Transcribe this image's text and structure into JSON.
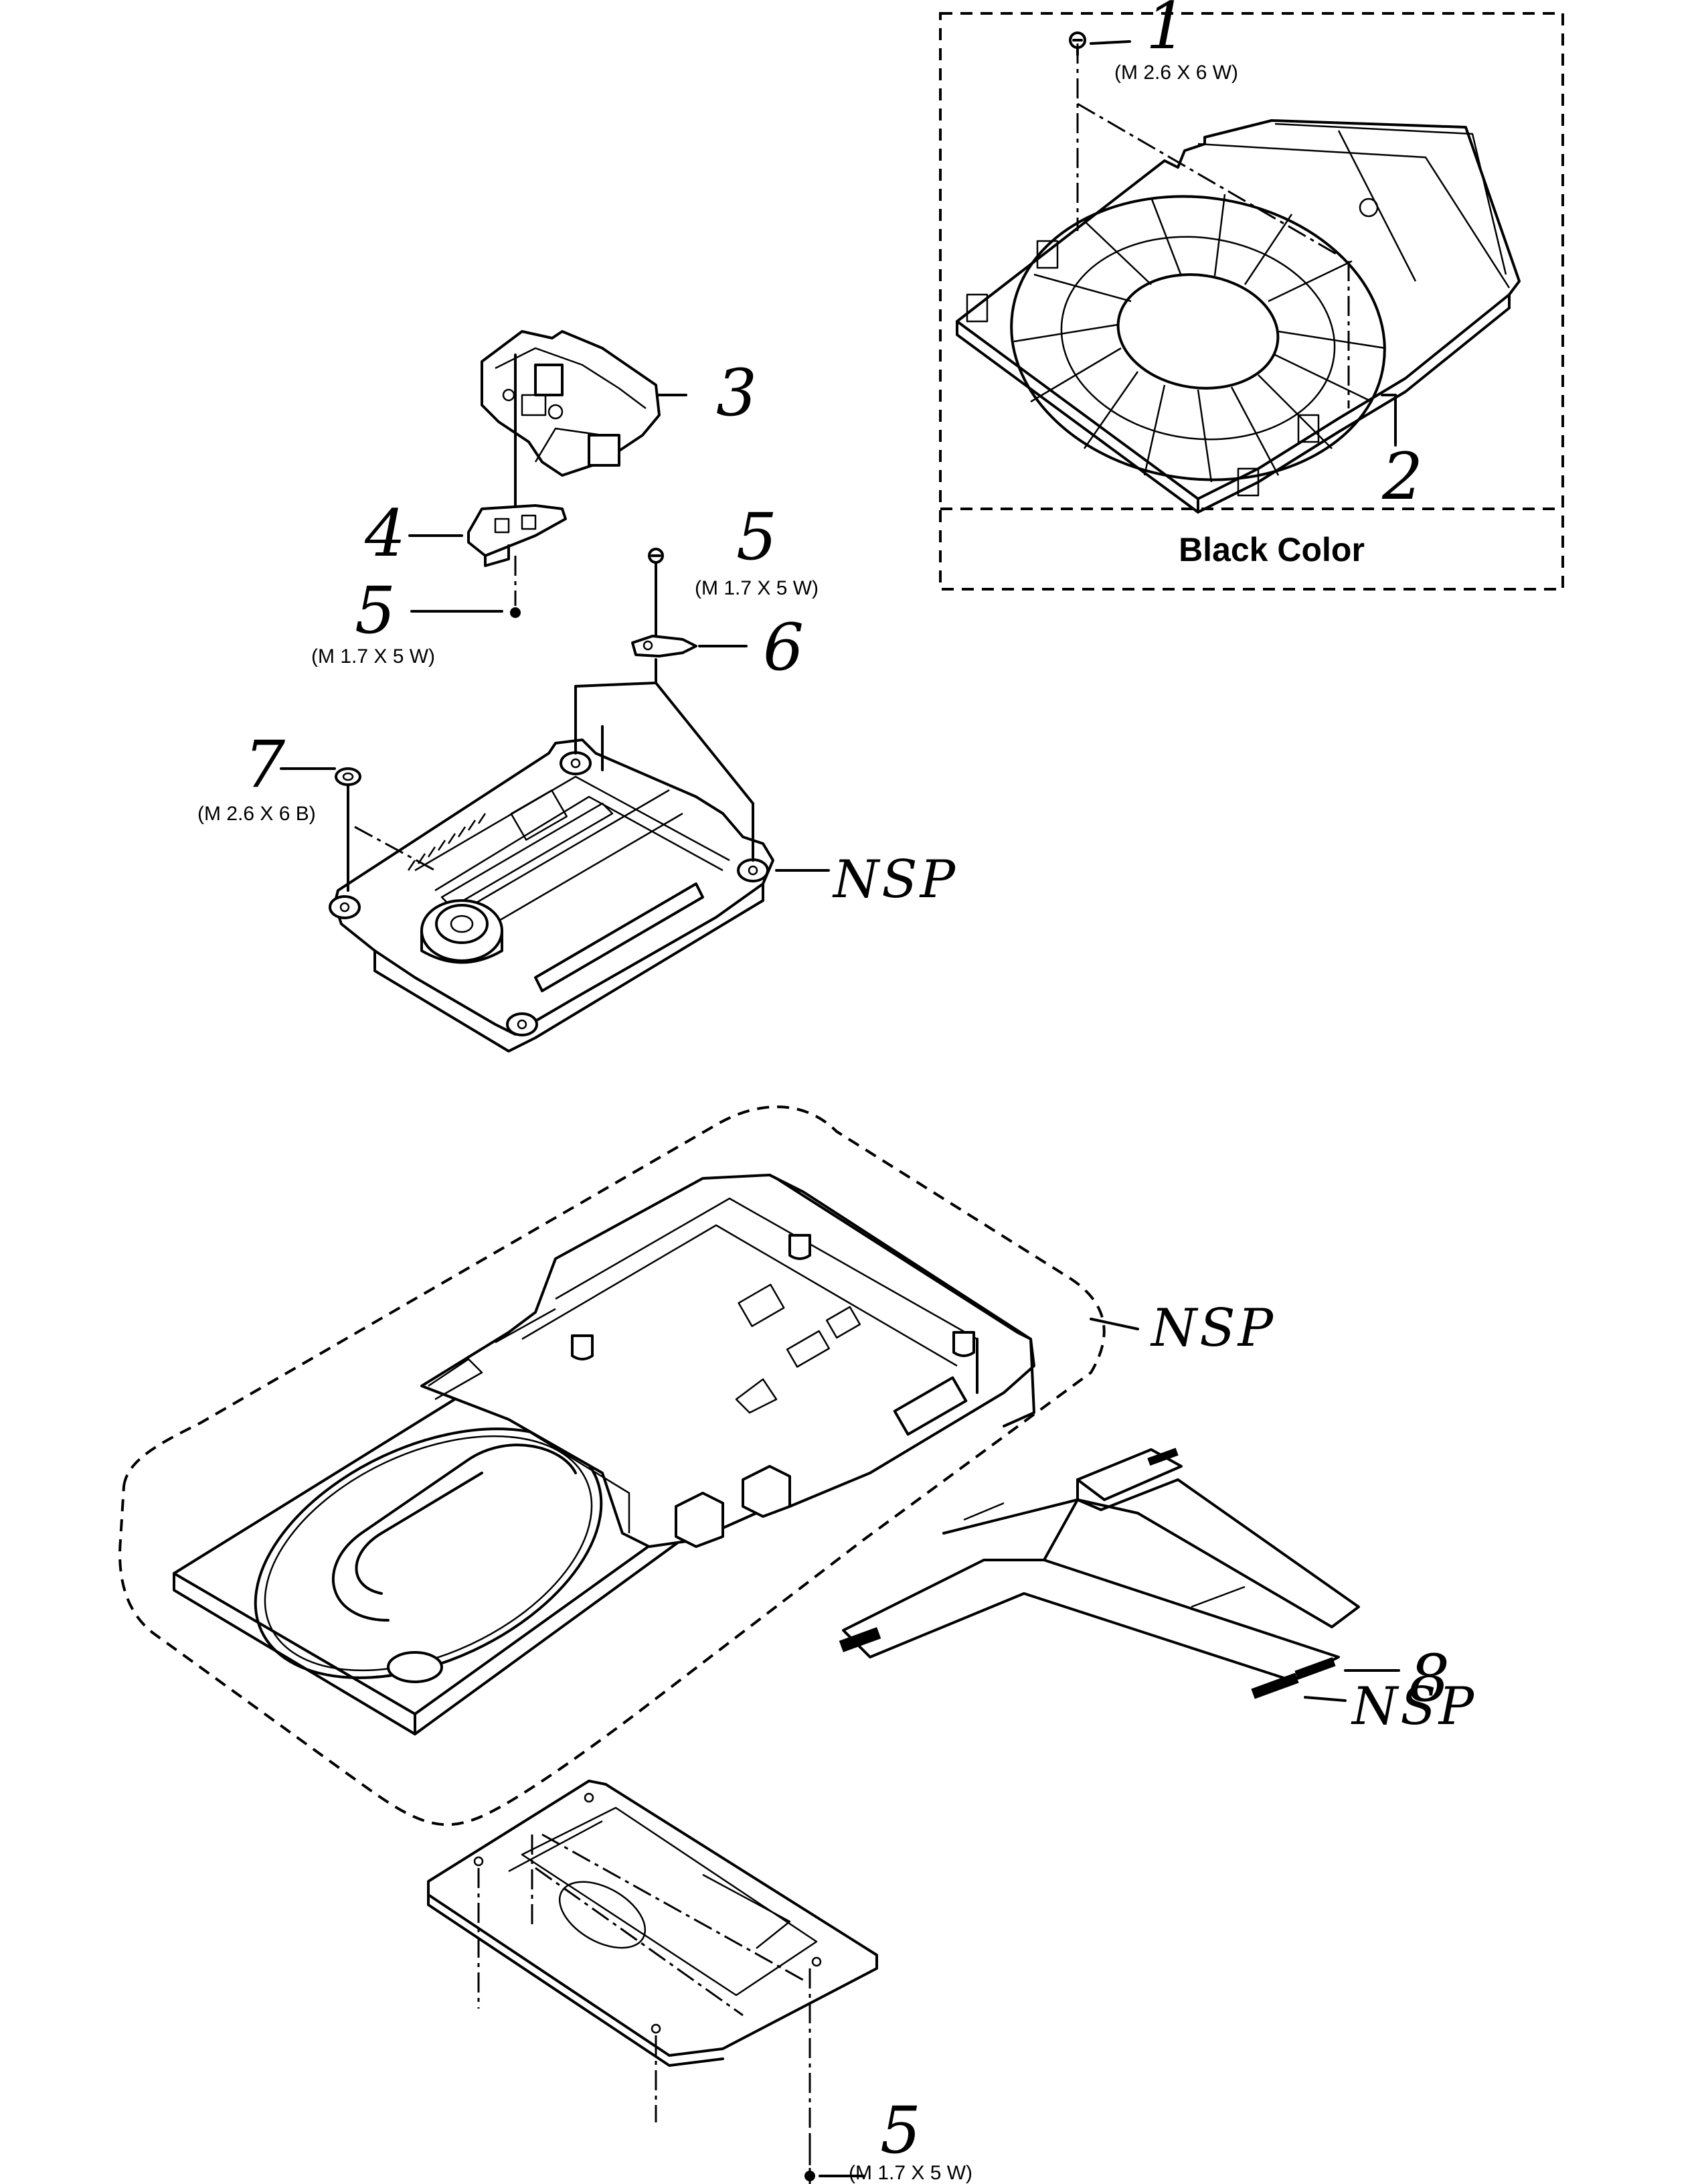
{
  "box_label": "Black Color",
  "callouts": [
    {
      "number": "1",
      "spec": "(M 2.6 X 6 W)"
    },
    {
      "number": "2"
    },
    {
      "number": "3"
    },
    {
      "number": "4"
    },
    {
      "number": "5",
      "spec": "(M 1.7 X 5 W)"
    },
    {
      "number": "5",
      "spec": "(M 1.7 X 5 W)"
    },
    {
      "number": "6"
    },
    {
      "number": "7",
      "spec": "(M 2.6 X 6 B)"
    },
    {
      "number": "8"
    },
    {
      "number": "5",
      "spec": "(M 1.7 X 5 W)"
    }
  ],
  "nsp_labels": [
    "NSP",
    "NSP",
    "NSP"
  ]
}
